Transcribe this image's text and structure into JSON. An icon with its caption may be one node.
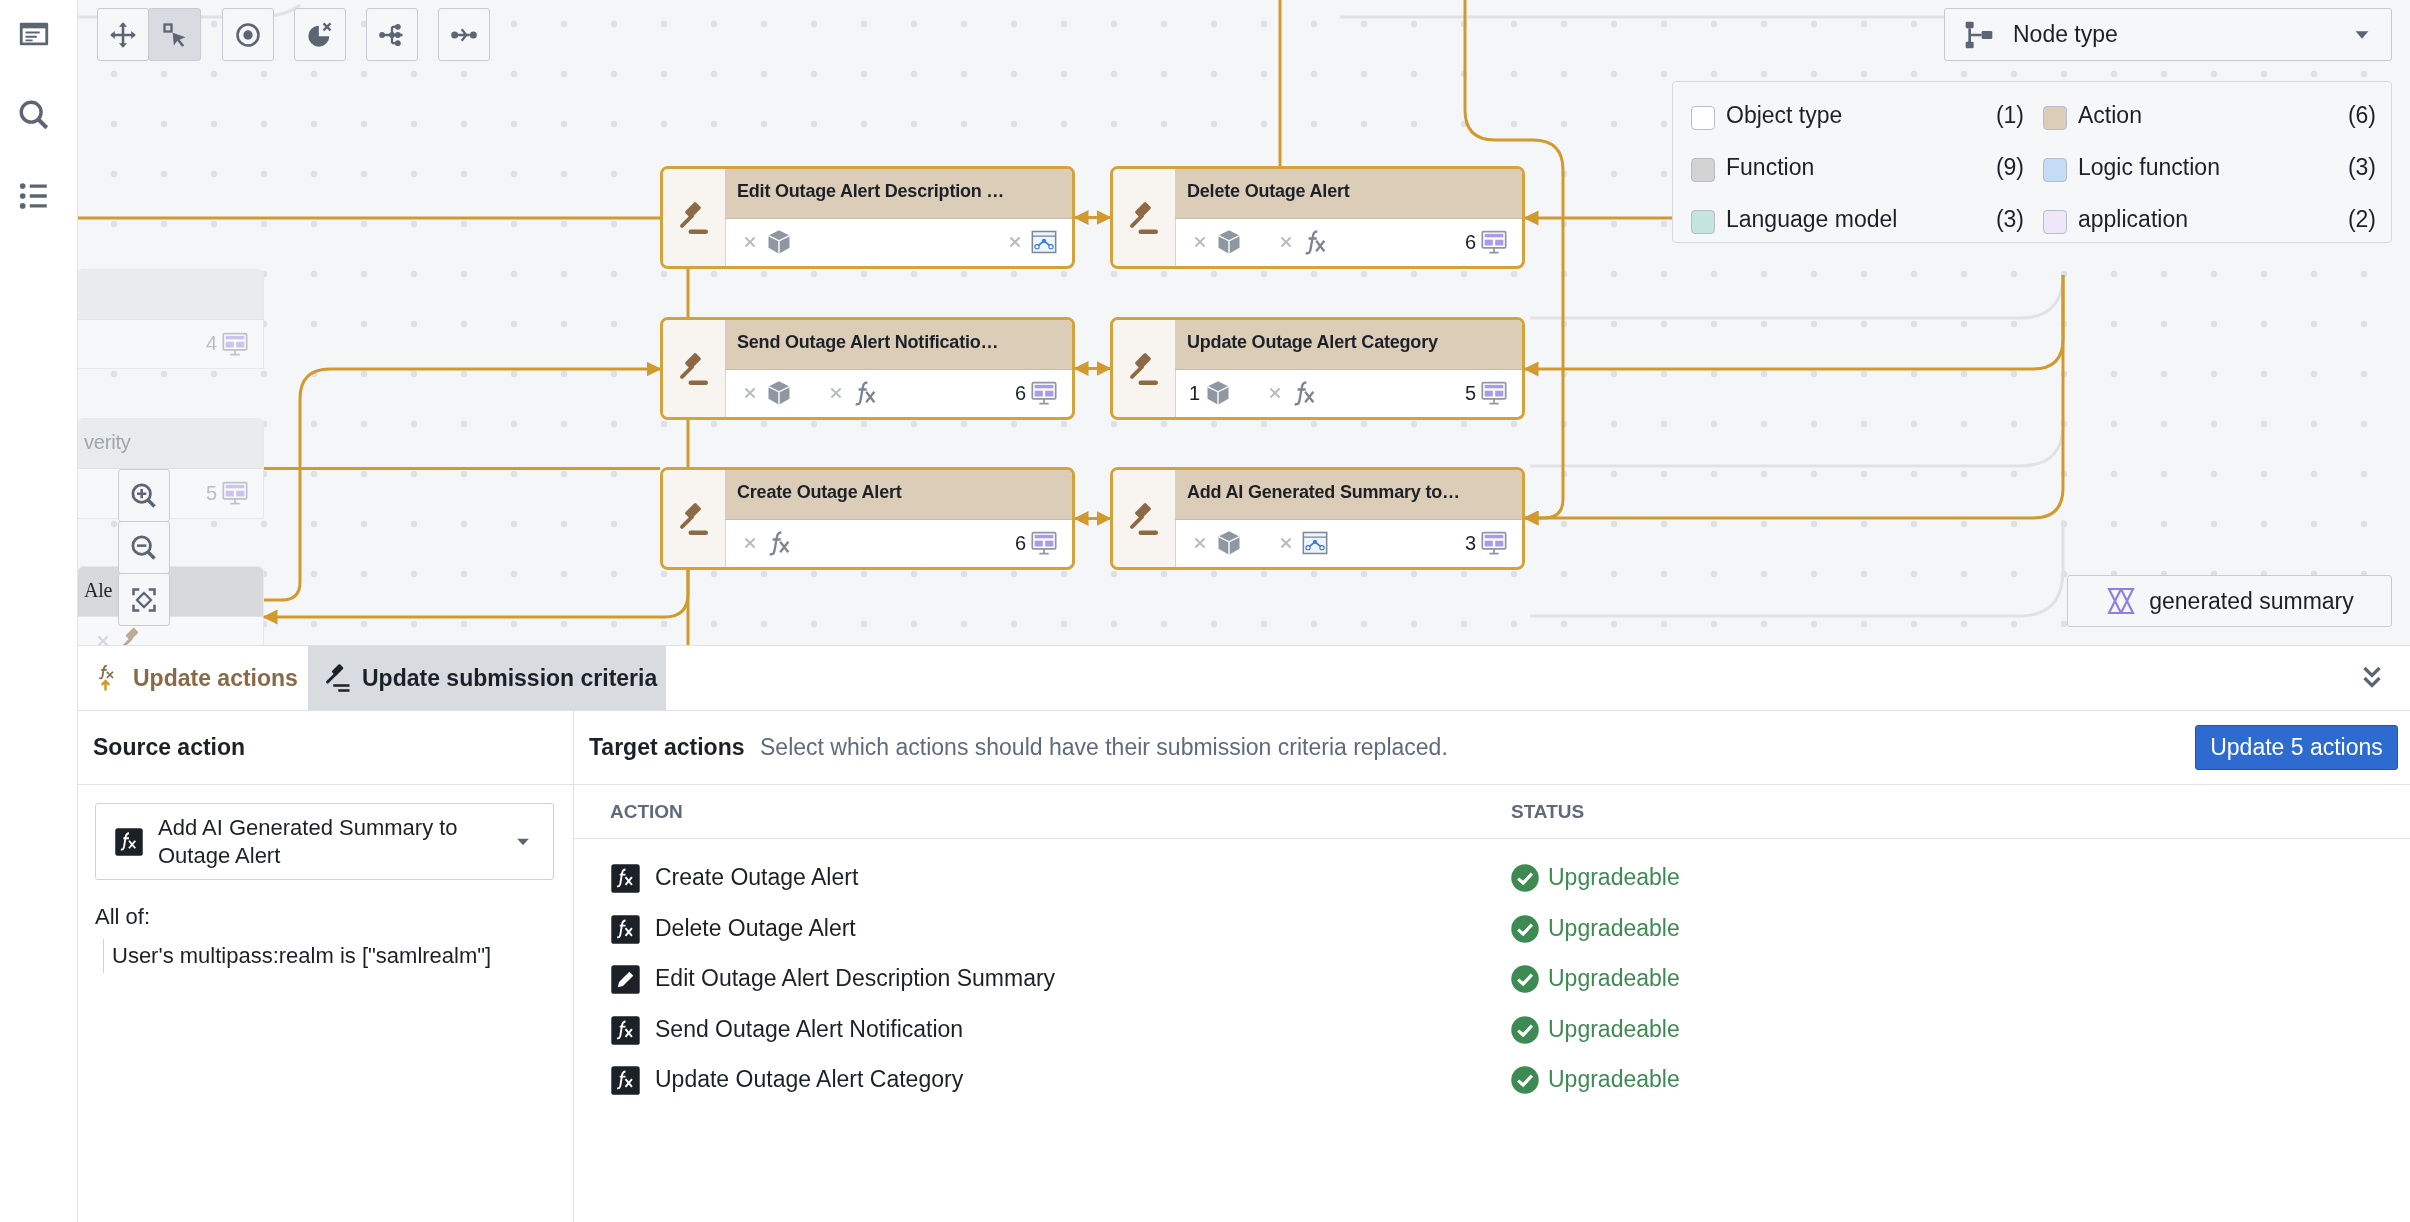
{
  "diagram": {
    "nodes": [
      {
        "text": [
          "Edit Outage Alert Description …"
        ]
      },
      {
        "text": [
          "Delete Outage Alert",
          "6"
        ]
      },
      {
        "text": [
          "Send Outage Alert Notificatio…",
          "6"
        ]
      },
      {
        "text": [
          "Update Outage Alert Category",
          "1",
          "5"
        ]
      },
      {
        "text": [
          "Create Outage Alert",
          "6"
        ]
      },
      {
        "text": [
          "Add AI Generated Summary to…",
          "3"
        ]
      },
      {
        "text": [
          "4"
        ]
      },
      {
        "text": [
          "verity",
          "5"
        ]
      },
      {
        "text": [
          "Ale"
        ]
      }
    ],
    "edges": [
      {
        "from": 0,
        "to": 1,
        "arrow": "both"
      },
      {
        "from": 2,
        "to": 3,
        "arrow": "both"
      },
      {
        "from": 4,
        "to": 5,
        "arrow": "both"
      },
      {
        "from": null,
        "to": 0,
        "arrow": "none"
      },
      {
        "from": 8,
        "to": 2,
        "arrow": "to"
      },
      {
        "from": 7,
        "to": 4,
        "arrow": "none"
      },
      {
        "from": null,
        "to": 1,
        "arrow": "to"
      },
      {
        "from": null,
        "to": 3,
        "arrow": "to"
      },
      {
        "from": null,
        "to": 5,
        "arrow": "to"
      },
      {
        "from": null,
        "to": 5,
        "arrow": "to"
      },
      {
        "from": null,
        "to": 1,
        "arrow": "none"
      },
      {
        "from": 0,
        "to": 2,
        "arrow": "none"
      },
      {
        "from": 2,
        "to": 4,
        "arrow": "none"
      },
      {
        "from": 4,
        "to": 8,
        "arrow": "to"
      },
      {
        "from": 4,
        "to": null,
        "arrow": "none"
      }
    ],
    "labels": [
      "Node type",
      "(1)",
      "(6)",
      "(9)",
      "(3)",
      "(3)",
      "(2)",
      "generated summary",
      "Update actions",
      "Update submission criteria",
      "Source action",
      "Target actions",
      "Select which actions should have their submission criteria replaced.",
      "Update 5 actions",
      "Add AI Generated Summary to Outage Alert",
      "All of:",
      "User's multipass:realm is [\"samlrealm\"]",
      "ACTION",
      "STATUS",
      "Create Outage Alert",
      "Upgradeable",
      "Delete Outage Alert",
      "Upgradeable",
      "Edit Outage Alert Description Summary",
      "Upgradeable",
      "Send Outage Alert Notification",
      "Upgradeable",
      "Update Outage Alert Category",
      "Upgradeable"
    ],
    "legend": [
      {
        "text": "Object type",
        "color": "#ffffff"
      },
      {
        "text": "Action",
        "color": "#dccdb9"
      },
      {
        "text": "Function",
        "color": "#d3d3d3"
      },
      {
        "text": "Logic function",
        "color": "#c4dcf5"
      },
      {
        "text": "Language model",
        "color": "#c5e3df"
      },
      {
        "text": "application",
        "color": "#efe6f9"
      }
    ]
  }
}
